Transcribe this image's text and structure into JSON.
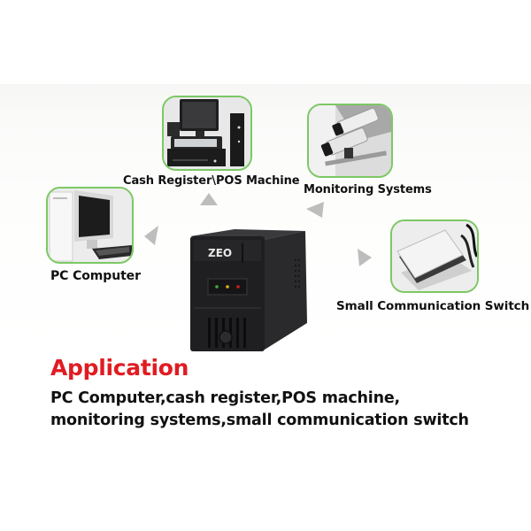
{
  "applications": [
    {
      "id": "pos",
      "label": "Cash Register\\POS Machine"
    },
    {
      "id": "monitoring",
      "label": "Monitoring Systems"
    },
    {
      "id": "pc",
      "label": "PC Computer"
    },
    {
      "id": "switch",
      "label": "Small Communication Switch"
    }
  ],
  "product": {
    "brand_logo": "ZEO",
    "name": "UPS unit",
    "indicator_colors": [
      "#3fae3a",
      "#e0b020",
      "#d02020"
    ]
  },
  "section": {
    "title": "Application",
    "description_line1": "PC Computer,cash register,POS machine,",
    "description_line2": "monitoring systems,small communication switch"
  },
  "colors": {
    "accent_title": "#e01c22",
    "tile_border": "#7cc864",
    "arrow": "#bdbdbd"
  },
  "icons": [
    "arrow-up-icon",
    "arrow-up-right-icon",
    "arrow-left-icon",
    "arrow-right-icon"
  ]
}
